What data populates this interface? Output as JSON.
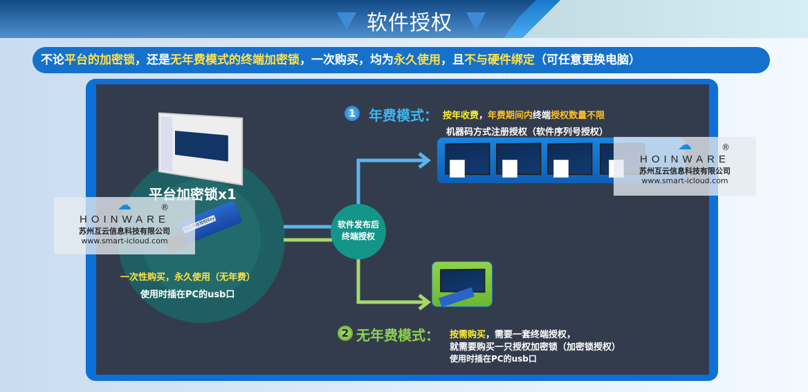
{
  "header": {
    "title": "软件授权"
  },
  "banner": {
    "p1": "不论",
    "h1": "平台的加密锁",
    "p2": "，还是",
    "h2": "无年费模式的终端加密锁",
    "p3": "，一次购买，均为",
    "h3": "永久使用",
    "p4": "，且",
    "h4": "不与硬件绑定",
    "p5": "（可任意更换电脑）"
  },
  "platform": {
    "title": "平台加密锁x1",
    "usb_label": "浩云平台授权Key",
    "line1": "一次性购买，永久使用（无年费）",
    "line2": "使用时插在PC的usb口"
  },
  "center_node": {
    "line1": "软件发布后",
    "line2": "终端授权"
  },
  "annual": {
    "number": "1",
    "title": "年费模式：",
    "d1": "按年收费",
    "d2": "，",
    "d3": "年费期间内",
    "d4": "终端",
    "d5": "授权数量不限",
    "sub": "机器码方式注册授权（软件序列号授权）"
  },
  "nofee": {
    "number": "2",
    "title": "无年费模式：",
    "d1": "按需购买",
    "d2": "，需要一套终端授权，",
    "line2": "就需要购买一只授权加密锁（加密锁授权）",
    "line3": "使用时插在PC的usb口"
  },
  "watermark": {
    "brand": "HOINWARE",
    "reg": "®",
    "company": "苏州互云信息科技有限公司",
    "url": "www.smart-icloud.com"
  },
  "colors": {
    "blue_line": "#5ab4ee",
    "green_line": "#a6d86a",
    "node": "#139688",
    "yellow": "#ffe14a"
  }
}
